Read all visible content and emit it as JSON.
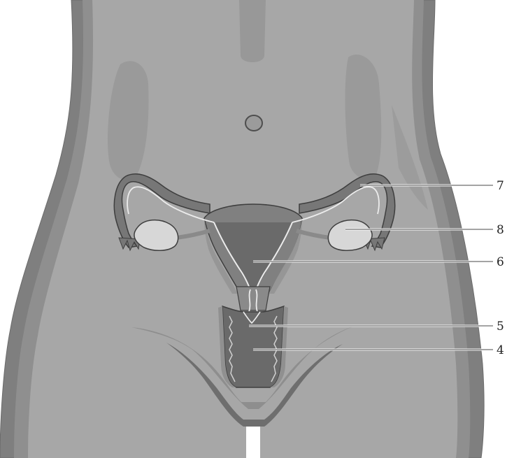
{
  "diagram": {
    "labels": [
      {
        "id": "7",
        "text": "7"
      },
      {
        "id": "8",
        "text": "8"
      },
      {
        "id": "6",
        "text": "6"
      },
      {
        "id": "5",
        "text": "5"
      },
      {
        "id": "4",
        "text": "4"
      }
    ]
  },
  "colors": {
    "background": "#ffffff",
    "skin_outer": "#7f7f7f",
    "skin_mid": "#8f8f8f",
    "skin_fill": "#a7a7a7",
    "body_shadow": "#979797",
    "organ_fill": "#777777",
    "organ_dark": "#5f5f5f",
    "ovary_fill": "#d7d7d7",
    "highlight": "#ececec",
    "line": "#3e3e3e"
  }
}
